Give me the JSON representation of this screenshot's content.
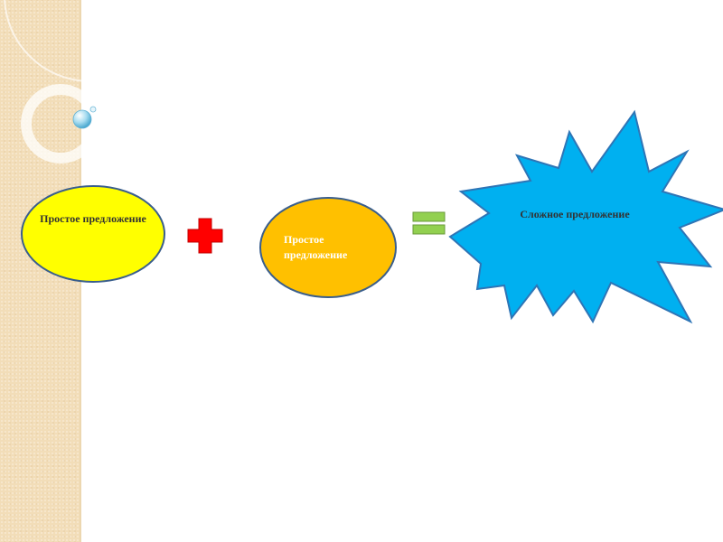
{
  "diagram": {
    "left_operand": {
      "text": "Простое предложение",
      "fill": "#ffff00",
      "stroke": "#3a5e8c"
    },
    "operator_plus": {
      "icon": "plus-icon",
      "fill": "#ff0000"
    },
    "right_operand": {
      "text": "Простое предложение",
      "fill": "#ffc000",
      "stroke": "#3a5e8c"
    },
    "operator_equals": {
      "icon": "equals-icon",
      "fill": "#92d050"
    },
    "result": {
      "text": "Сложное предложение",
      "fill": "#00b0f0",
      "stroke": "#2e75b6"
    }
  },
  "theme": {
    "sidebar_color": "#f2ddb8",
    "accent_bubble": "#7ec8e3"
  }
}
